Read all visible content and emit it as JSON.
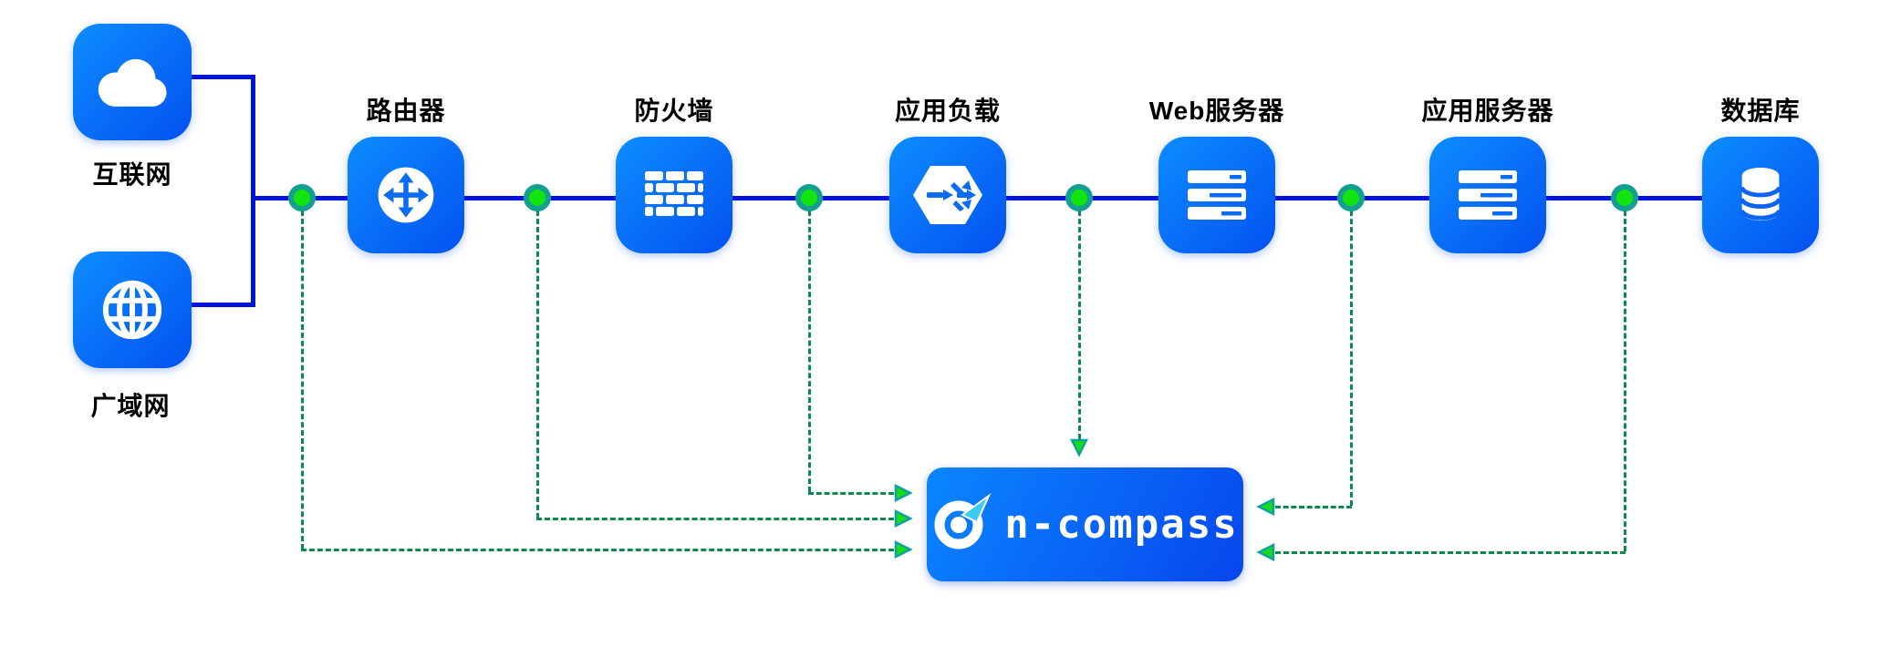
{
  "diagram": {
    "title_implicit": "",
    "sources": [
      {
        "label": "互联网",
        "icon": "cloud-icon"
      },
      {
        "label": "广域网",
        "icon": "globe-icon"
      }
    ],
    "nodes": [
      {
        "label": "路由器",
        "icon": "router-icon"
      },
      {
        "label": "防火墙",
        "icon": "firewall-icon"
      },
      {
        "label": "应用负载",
        "icon": "load-balancer-icon"
      },
      {
        "label": "Web服务器",
        "icon": "server-icon"
      },
      {
        "label": "应用服务器",
        "icon": "server-icon"
      },
      {
        "label": "数据库",
        "icon": "database-icon"
      }
    ],
    "monitor": {
      "logo_text": "n-compass",
      "logo_icon": "compass-icon"
    },
    "colors": {
      "node_gradient_start": "#0d8dff",
      "node_gradient_end": "#0351f0",
      "link_blue": "#0013d9",
      "tap_dot_green": "#12e40e",
      "tap_dot_ring_teal": "#159e92",
      "dashed_link_green": "#0a8a4e",
      "arrow_fill_green": "#17dd17",
      "arrow_stroke_teal": "#0fa0a0",
      "logo_needle_cyan": "#3cc9f5",
      "icon_glyph_blue": "#0b6cf0"
    }
  }
}
